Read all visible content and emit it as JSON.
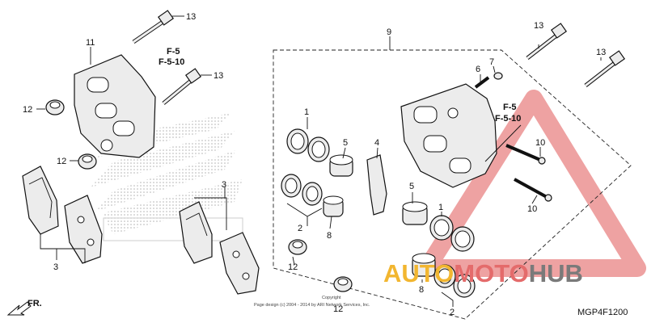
{
  "callouts": {
    "n13a": "13",
    "n11": "11",
    "f5a": "F-5",
    "f510a": "F-5-10",
    "n13b": "13",
    "n12a": "12",
    "n12b": "12",
    "n3a": "3",
    "n3b": "3",
    "n9": "9",
    "n13c": "13",
    "n13d": "13",
    "n6": "6",
    "n7": "7",
    "n1a": "1",
    "n5a": "5",
    "n4": "4",
    "n2a": "2",
    "n8a": "8",
    "n12c": "12",
    "n12d": "12",
    "f5b": "F-5",
    "f510b": "F-5-10",
    "n10a": "10",
    "n10b": "10",
    "n5b": "5",
    "n1b": "1",
    "n8b": "8",
    "n2b": "2"
  },
  "direction_label": "FR.",
  "copyright": {
    "line1": "Copyright",
    "line2": "Page design (c) 2004 - 2014 by ARI Network Services, Inc."
  },
  "diagram_code": "MGP4F1200",
  "watermark": {
    "part1": "AUTO",
    "part2": "MOTO",
    "part3": "HUB"
  },
  "colors": {
    "watermark_yellow": "#f2b630",
    "watermark_red": "#e46b6b",
    "watermark_gray": "#7a7a7a",
    "line": "#111111"
  }
}
